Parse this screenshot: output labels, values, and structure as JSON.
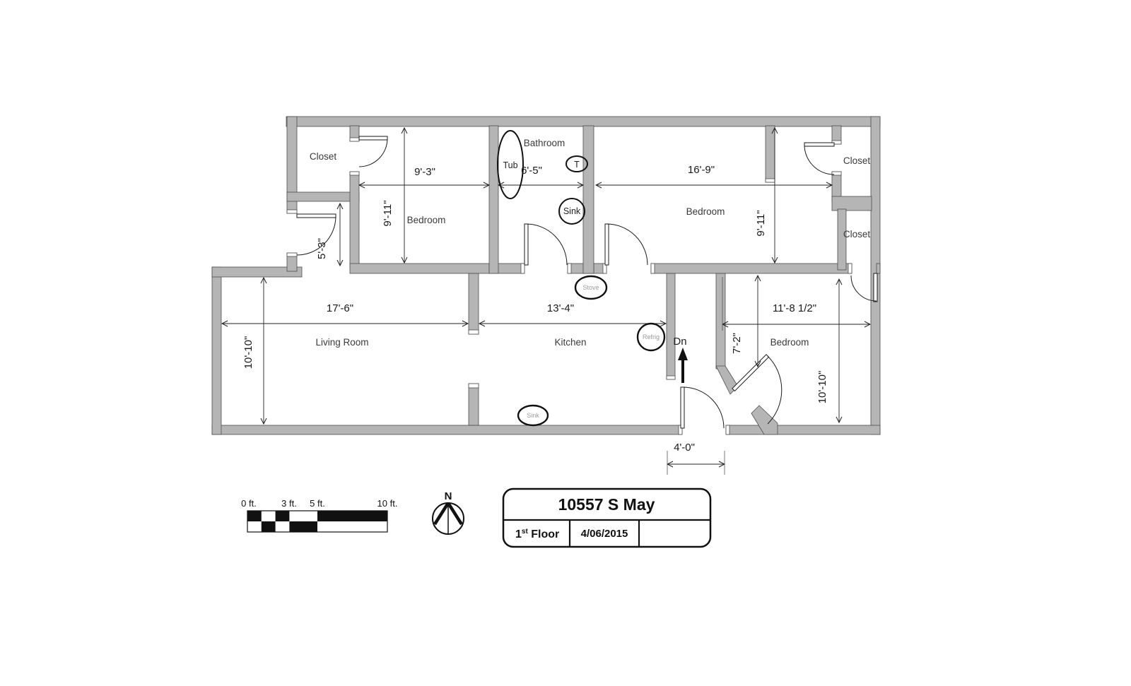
{
  "title_block": {
    "address": "10557 S May",
    "floor_number": "1",
    "floor_suffix": "st",
    "floor_word": " Floor",
    "date": "4/06/2015"
  },
  "compass": {
    "north_label": "N"
  },
  "scale_bar": {
    "tick_labels": [
      "0 ft.",
      "3 ft.",
      "5 ft.",
      "10 ft."
    ]
  },
  "stairs": {
    "down_label": "Dn"
  },
  "rooms": {
    "closet_upper_left": {
      "label": "Closet"
    },
    "bedroom_upper_left": {
      "label": "Bedroom"
    },
    "bathroom": {
      "label": "Bathroom"
    },
    "bedroom_upper_right": {
      "label": "Bedroom"
    },
    "closet_right_upper": {
      "label": "Closet"
    },
    "closet_right_lower": {
      "label": "Closet"
    },
    "living_room": {
      "label": "Living Room"
    },
    "kitchen": {
      "label": "Kitchen"
    },
    "bedroom_lower_right": {
      "label": "Bedroom"
    }
  },
  "fixtures": {
    "tub": "Tub",
    "toilet": "T",
    "bath_sink": "Sink",
    "stove": "Stove",
    "refrigerator": "Refrig",
    "kitchen_sink": "Sink"
  },
  "dimensions": {
    "bed1_width": "9'-3\"",
    "bed1_depth": "9'-11\"",
    "bath_width": "6'-5\"",
    "bed2_width": "16'-9\"",
    "bed2_depth": "9'-11\"",
    "entry_height": "5'-3\"",
    "living_width": "17'-6\"",
    "living_depth": "10'-10\"",
    "kitchen_width": "13'-4\"",
    "bed3_width": "11'-8 1/2\"",
    "hall_depth": "7'-2\"",
    "bed3_depth": "10'-10\"",
    "entry_door_width": "4'-0\""
  },
  "colors": {
    "wall_fill": "#b5b5b5",
    "line": "#1a1a1a"
  }
}
